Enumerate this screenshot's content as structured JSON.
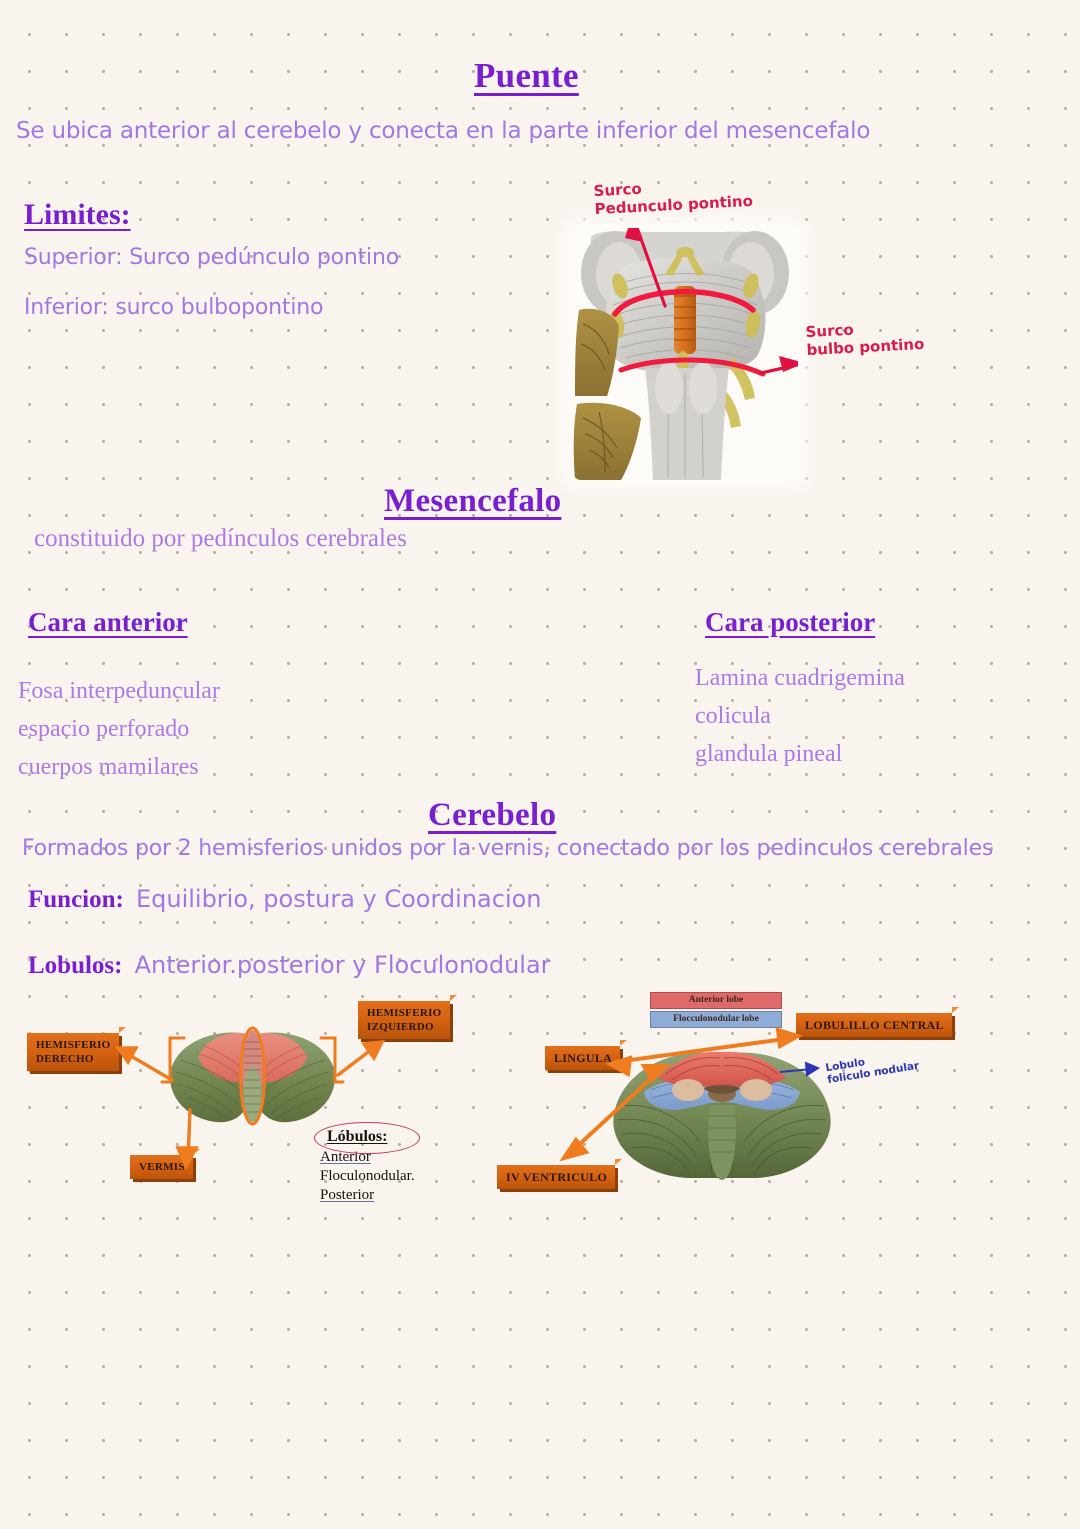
{
  "page": {
    "background_color": "#faf4ef",
    "dot_color": "#b9ada4",
    "heading_color": "#7a1fd0",
    "body_color": "#a178e2",
    "accent_red": "#d91c4a",
    "accent_blue": "#2b36b5",
    "callout_orange": "#d2600f"
  },
  "sections": {
    "puente": {
      "title": "Puente",
      "description": "Se ubica anterior al cerebelo y conecta en la parte inferior del mesencefalo",
      "limites_title": "Limites:",
      "limite_superior": "Superior: Surco pedúnculo pontino",
      "limite_inferior": "Inferior: surco bulbopontino",
      "figure": {
        "name": "brainstem-anterior-view",
        "annotation_top_line1": "Surco",
        "annotation_top_line2": "Pedunculo pontino",
        "annotation_right_line1": "Surco",
        "annotation_right_line2": "bulbo pontino"
      }
    },
    "mesencefalo": {
      "title": "Mesencefalo",
      "description": "constituido por pedínculos cerebrales",
      "cara_anterior": {
        "title": "Cara anterior",
        "items": [
          "Fosa interpeduncular",
          "espacio perforado",
          "cuerpos mamilares"
        ]
      },
      "cara_posterior": {
        "title": "Cara posterior",
        "items": [
          "Lamina cuadrigemina",
          "colicula",
          "glandula pineal"
        ]
      }
    },
    "cerebelo": {
      "title": "Cerebelo",
      "description": "Formados por 2 hemisferios unidos por la vernis, conectado por los pedinculos cerebrales",
      "funcion_label": "Funcion:",
      "funcion_value": "Equilibrio, postura y Coordinacion",
      "lobulos_label": "Lobulos:",
      "lobulos_value": "Anterior.posterior y Floculonodular"
    }
  },
  "figures": {
    "cerebellum_superior": {
      "name": "cerebellum-superior-view",
      "labels": [
        {
          "id": "hemisferio-derecho",
          "text": "HEMISFERIO\nDERECHO"
        },
        {
          "id": "hemisferio-izquierdo",
          "text": "HEMISFERIO\nIZQUIERDO"
        },
        {
          "id": "vermis",
          "text": "VERMIS"
        }
      ],
      "label_hemisferio_derecho_l1": "HEMISFERIO",
      "label_hemisferio_derecho_l2": "DERECHO",
      "label_hemisferio_izquierdo_l1": "HEMISFERIO",
      "label_hemisferio_izquierdo_l2": "IZQUIERDO",
      "label_vermis": "VERMIS",
      "note": {
        "title": "Lóbulos:",
        "items": [
          "Anterior",
          "Floculonodular.",
          "Posterior"
        ]
      }
    },
    "cerebellum_inferior": {
      "name": "cerebellum-inferior-view",
      "legend": [
        {
          "label": "Anterior lobe",
          "color": "#e06a6a"
        },
        {
          "label": "Flocculonodular lobe",
          "color": "#8fabd8"
        }
      ],
      "legend_anterior": "Anterior lobe",
      "legend_flocculonodular": "Flocculonodular lobe",
      "label_lobulillo_central": "LOBULILLO CENTRAL",
      "label_lingula": "LINGULA",
      "label_iv_ventriculo": "IV VENTRICULO",
      "handwritten_line1": "Lobulo",
      "handwritten_line2": "foliculo nodular"
    }
  }
}
